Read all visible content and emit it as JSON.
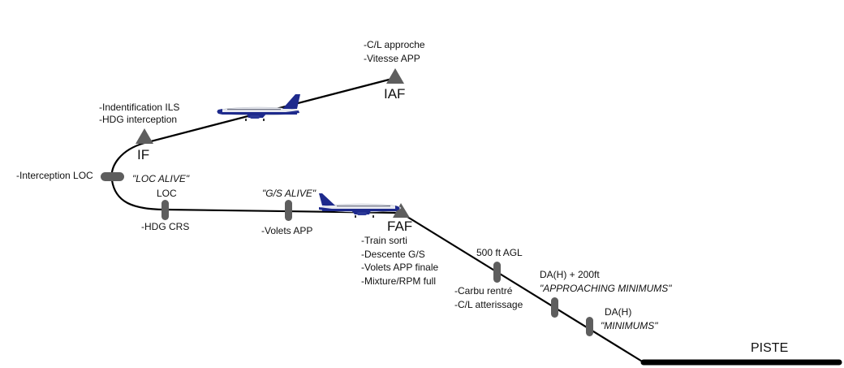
{
  "fixes": {
    "iaf": "IAF",
    "if": "IF",
    "faf": "FAF"
  },
  "notes": {
    "iaf_1": "-C/L approche",
    "iaf_2": "-Vitesse APP",
    "if_1": "-Indentification ILS",
    "if_2": "-HDG interception",
    "loc_interception": "-Interception LOC",
    "loc_alive": "\"LOC ALIVE\"",
    "loc": "LOC",
    "hdg_crs": "-HDG CRS",
    "gs_alive": "\"G/S ALIVE\"",
    "volets_app": "-Volets APP",
    "faf_1": "-Train sorti",
    "faf_2": "-Descente G/S",
    "faf_3": "-Volets APP finale",
    "faf_4": "-Mixture/RPM full",
    "agl_500": "500 ft AGL",
    "carbu_1": "-Carbu rentré",
    "carbu_2": "-C/L atterissage",
    "da_200": "DA(H) + 200ft",
    "approaching": "\"APPROACHING MINIMUMS\"",
    "da": "DA(H)",
    "minimums": "\"MINIMUMS\"",
    "piste": "PISTE"
  },
  "colors": {
    "path": "#000000",
    "marker": "#606060",
    "aircraft_blue": "#1e2a8c",
    "aircraft_body": "#e8eaf0"
  },
  "icons": {
    "fix_marker": "triangle",
    "aircraft": "airliner-side-view"
  }
}
